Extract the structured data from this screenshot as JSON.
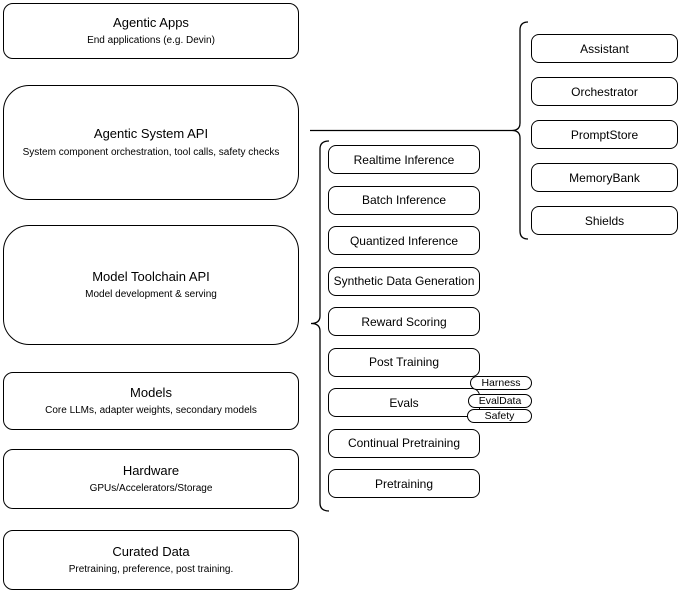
{
  "diagram": {
    "left_stack": [
      {
        "title": "Agentic Apps",
        "subtitle": "End applications (e.g. Devin)"
      },
      {
        "title": "Agentic System API",
        "subtitle": "System component orchestration, tool calls, safety checks"
      },
      {
        "title": "Model Toolchain API",
        "subtitle": "Model development & serving"
      },
      {
        "title": "Models",
        "subtitle": "Core LLMs, adapter weights, secondary models"
      },
      {
        "title": "Hardware",
        "subtitle": "GPUs/Accelerators/Storage"
      },
      {
        "title": "Curated Data",
        "subtitle": "Pretraining, preference, post training."
      }
    ],
    "toolchain_items": [
      "Realtime Inference",
      "Batch Inference",
      "Quantized Inference",
      "Synthetic Data Generation",
      "Reward Scoring",
      "Post Training",
      "Evals",
      "Continual Pretraining",
      "Pretraining"
    ],
    "eval_tags": [
      "Harness",
      "EvalData",
      "Safety"
    ],
    "system_components": [
      "Assistant",
      "Orchestrator",
      "PromptStore",
      "MemoryBank",
      "Shields"
    ],
    "colors": {
      "border": "#000000",
      "background": "#ffffff",
      "text": "#000000"
    }
  }
}
